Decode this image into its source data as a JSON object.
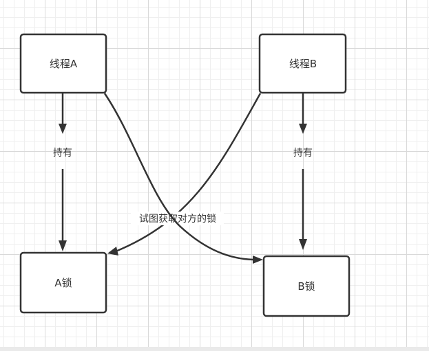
{
  "diagram": {
    "nodes": {
      "thread_a": "线程A",
      "thread_b": "线程B",
      "lock_a": "A锁",
      "lock_b": "B锁"
    },
    "edges": {
      "hold_a": "持有",
      "hold_b": "持有",
      "try_acquire": "试图获取对方的锁"
    }
  },
  "colors": {
    "stroke": "#333333",
    "background": "#ffffff",
    "grid_major": "#d9d9d9",
    "grid_minor": "#efefef"
  }
}
